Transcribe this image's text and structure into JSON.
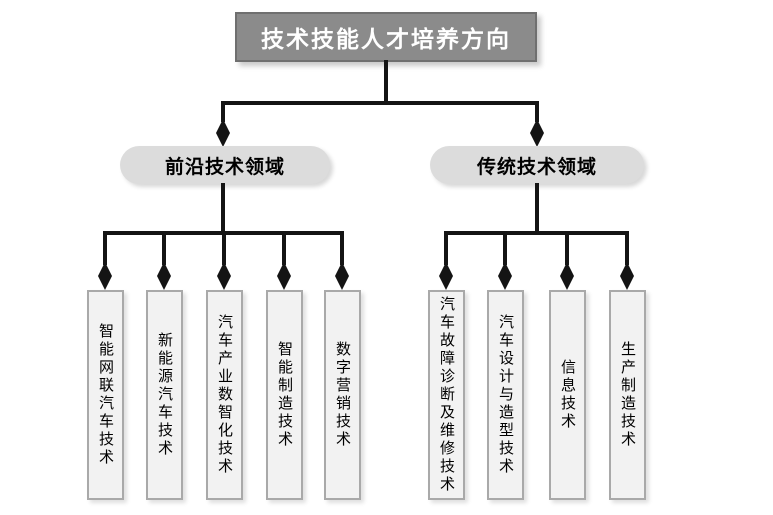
{
  "tree": {
    "root": {
      "label": "技术技能人才培养方向"
    },
    "branches": [
      {
        "label": "前沿技术领域",
        "children": [
          {
            "label": "智能网联汽车技术"
          },
          {
            "label": "新能源汽车技术"
          },
          {
            "label": "汽车产业数智化技术"
          },
          {
            "label": "智能制造技术"
          },
          {
            "label": "数字营销技术"
          }
        ]
      },
      {
        "label": "传统技术领域",
        "children": [
          {
            "label": "汽车故障诊断及维修技术"
          },
          {
            "label": "汽车设计与造型技术"
          },
          {
            "label": "信息技术"
          },
          {
            "label": "生产制造技术"
          }
        ]
      }
    ]
  },
  "icons": {
    "arrowhead": "diamond-arrow"
  },
  "colors": {
    "background": "#ffffff",
    "root_fill": "#8b8b8b",
    "root_border": "#6f6f6f",
    "root_text": "#ffffff",
    "branch_fill": "#dcdcdc",
    "branch_text": "#000000",
    "leaf_fill": "#f2f2f2",
    "leaf_border": "#a9a9a9",
    "leaf_text": "#000000",
    "connector": "#141414"
  }
}
